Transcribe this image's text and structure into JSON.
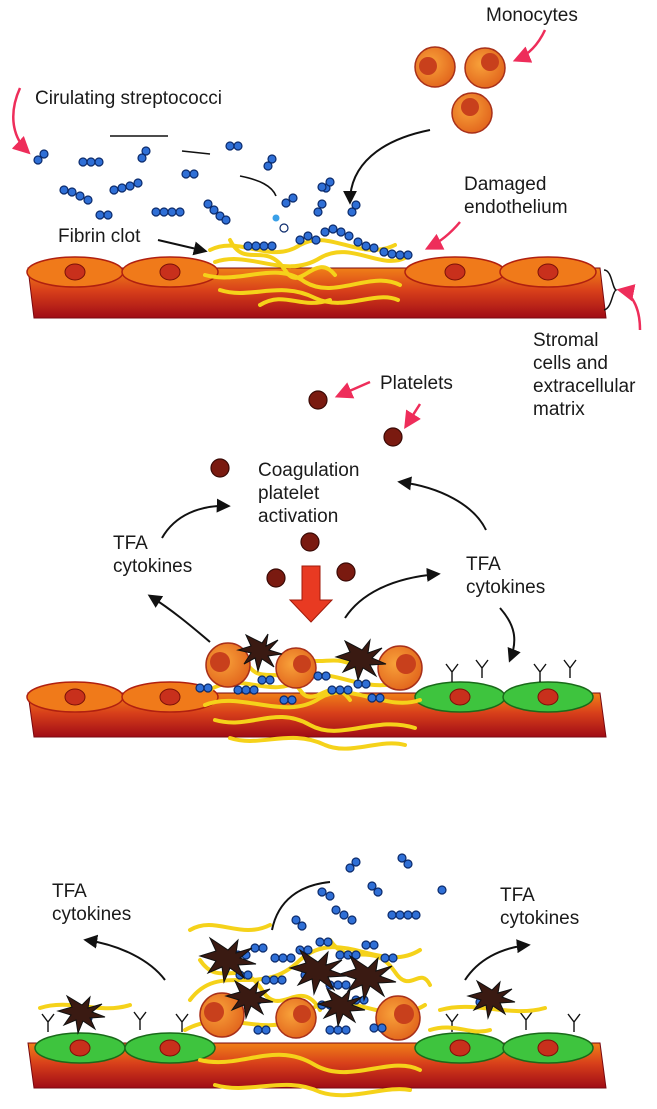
{
  "labels": {
    "monocytes": "Monocytes",
    "streptococci": "Cirulating streptococci",
    "damaged": [
      "Damaged",
      "endothelium"
    ],
    "fibrin": "Fibrin clot",
    "stromal": [
      "Stromal",
      "cells and",
      "extracellular",
      "matrix"
    ],
    "platelets": "Platelets",
    "coagulation": [
      "Coagulation",
      "platelet",
      "activation"
    ],
    "tfa_left_2": [
      "TFA",
      "cytokines"
    ],
    "tfa_right_2": [
      "TFA",
      "cytokines"
    ],
    "tfa_left_3": [
      "TFA",
      "cytokines"
    ],
    "tfa_right_3": [
      "TFA",
      "cytokines"
    ]
  },
  "colors": {
    "arrow_pink": "#ee2d5a",
    "tissue_red": "#b0101a",
    "tissue_orange": "#f07a1a",
    "cell_orange": "#f08a1e",
    "nucleus": "#c8301c",
    "cell_green": "#3ec43e",
    "bacteria_blue": "#2f6fd6",
    "bacteria_edge": "#0b2a6b",
    "fibrin_yellow": "#f5d21a",
    "platelet": "#7a1a10",
    "activated_platelet": "#3a1a12",
    "big_arrow": "#e83a22"
  }
}
